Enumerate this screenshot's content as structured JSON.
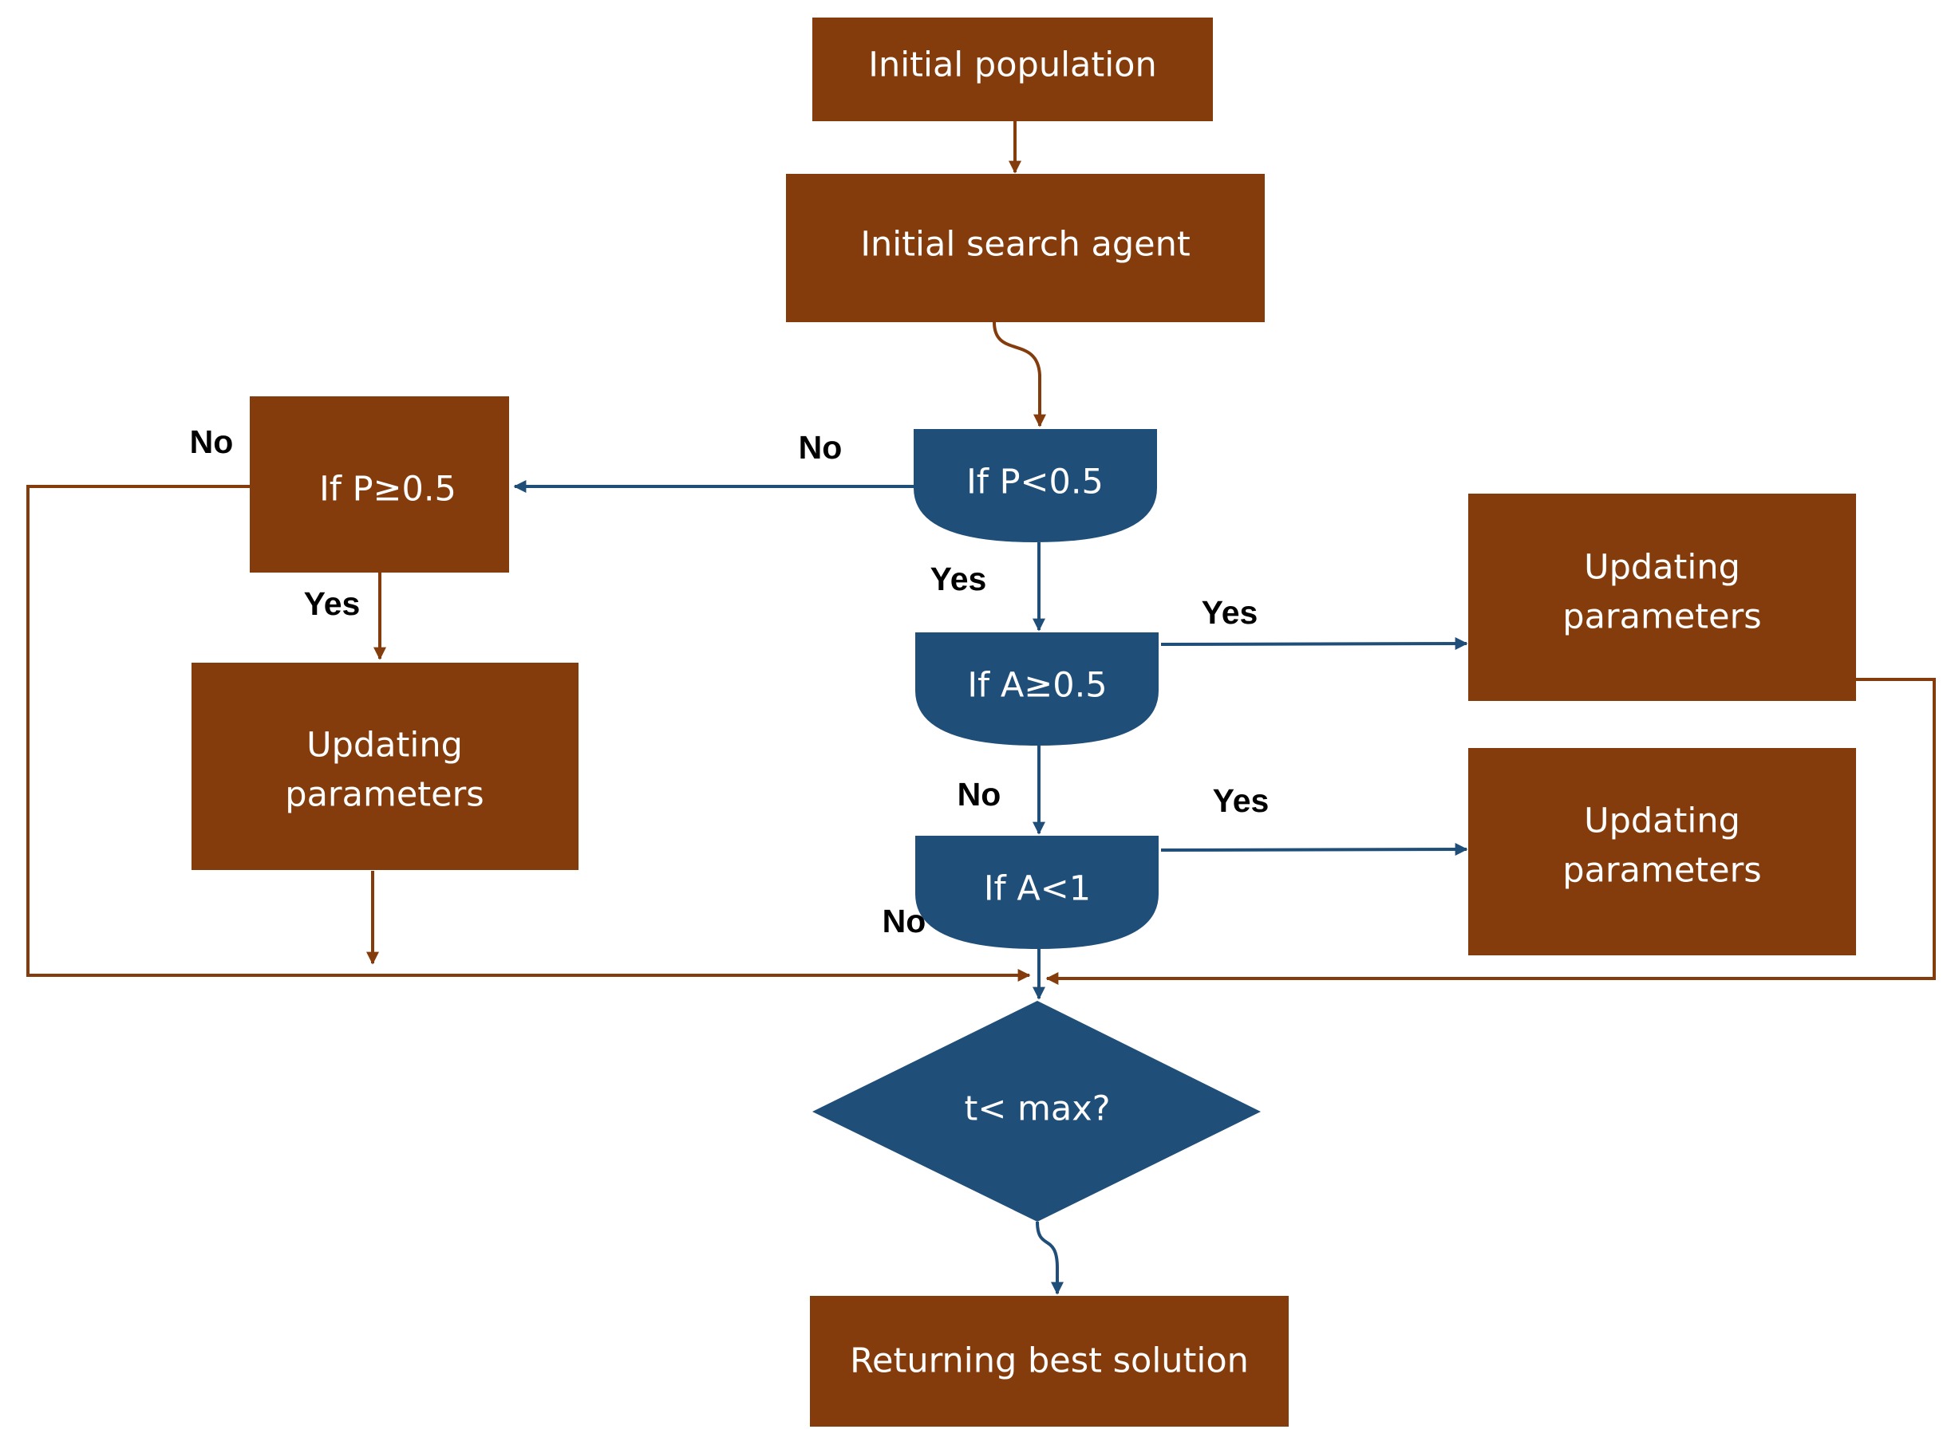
{
  "colors": {
    "process_fill": "#843C0C",
    "decision_fill": "#1F4E79",
    "process_line": "#843C0C",
    "decision_line": "#1F4E79"
  },
  "nodes": {
    "initial_population": "Initial population",
    "initial_search_agent": "Initial search agent",
    "if_p_lt": "If P<0.5",
    "if_p_ge": "If P≥0.5",
    "if_a_ge": "If A≥0.5",
    "if_a_lt": "If A<1",
    "update_left": [
      "Updating",
      "parameters"
    ],
    "update_right_top": [
      "Updating",
      "parameters"
    ],
    "update_right_bottom": [
      "Updating",
      "parameters"
    ],
    "t_max": "t< max?",
    "returning": "Returning best solution"
  },
  "labels": {
    "no_p_lt": "No",
    "no_p_ge": "No",
    "yes_p_ge": "Yes",
    "yes_p_lt": "Yes",
    "yes_a_ge": "Yes",
    "no_a_ge": "No",
    "yes_a_lt": "Yes",
    "no_a_lt": "No"
  }
}
